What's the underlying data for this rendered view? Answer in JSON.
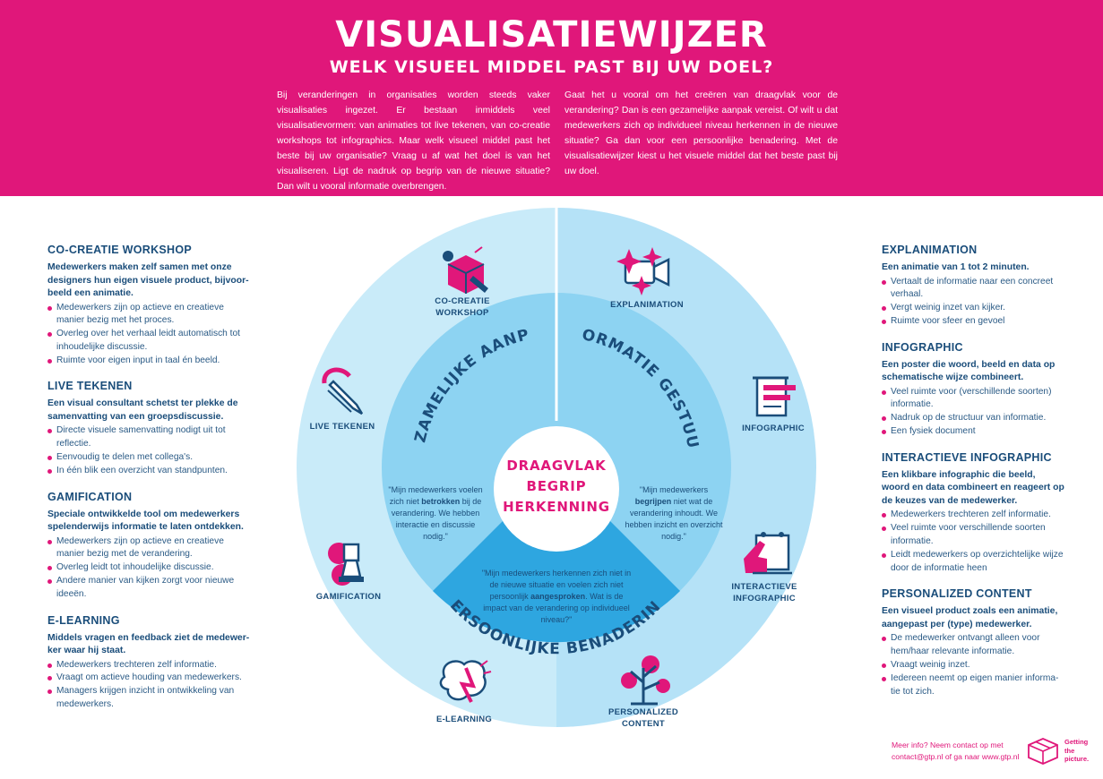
{
  "header": {
    "title": "VISUALISATIEWIJZER",
    "subtitle": "WELK VISUEEL MIDDEL PAST BIJ UW DOEL?",
    "intro_left": "Bij veranderingen in organisaties worden steeds vaker visualisaties ingezet. Er bestaan inmiddels veel visualisatievormen: van animaties tot live tekenen, van co-creatie workshops tot infographics. Maar welk visueel middel past het beste bij uw organisatie? Vraag u af wat het doel is van het visualiseren. Ligt de nadruk op begrip van de nieuwe situatie? Dan wilt u vooral informatie overbrengen.",
    "intro_right": "Gaat het u vooral om het creëren van draagvlak voor de verandering? Dan is een gezamelijke aanpak vereist. Of wilt u dat medewerkers zich op individueel niveau herkennen in de nieuwe situatie? Ga dan voor een persoonlijke benadering. Met de visualisatiewijzer kiest u het visuele middel dat het beste past bij uw doel."
  },
  "left_sections": [
    {
      "title": "CO-CREATIE WORKSHOP",
      "desc": "Medewerkers maken zelf samen met onze designers hun eigen visuele product, bijvoor-beeld een animatie.",
      "items": [
        "Medewerkers zijn op actieve en creatieve manier bezig met het proces.",
        "Overleg over het verhaal leidt automatisch tot inhoudelijke discussie.",
        "Ruimte voor eigen input in taal én beeld."
      ]
    },
    {
      "title": "LIVE TEKENEN",
      "desc": "Een visual consultant schetst ter plekke de samenvatting van een groepsdiscussie.",
      "items": [
        "Directe visuele samenvatting nodigt uit tot reflectie.",
        "Eenvoudig te delen met collega's.",
        "In één blik een overzicht van standpunten."
      ]
    },
    {
      "title": "GAMIFICATION",
      "desc": "Speciale ontwikkelde tool om medewerkers spelenderwijs informatie te laten ontdekken.",
      "items": [
        "Medewerkers zijn op actieve en creatieve manier bezig met de verandering.",
        "Overleg leidt tot inhoudelijke discussie.",
        "Andere manier van kijken zorgt voor nieuwe ideeën."
      ]
    },
    {
      "title": "E-LEARNING",
      "desc": "Middels vragen en feedback ziet de medewer-ker waar hij staat.",
      "items": [
        "Medewerkers trechteren zelf informatie.",
        "Vraagt om actieve houding van medewerkers.",
        "Managers krijgen inzicht in ontwikkeling van medewerkers."
      ]
    }
  ],
  "right_sections": [
    {
      "title": "EXPLANIMATION",
      "desc": "Een animatie van 1 tot 2 minuten.",
      "items": [
        "Vertaalt de informatie naar een concreet verhaal.",
        "Vergt weinig inzet van kijker.",
        "Ruimte voor sfeer en gevoel"
      ]
    },
    {
      "title": "INFOGRAPHIC",
      "desc": "Een poster die woord, beeld en data op schematische wijze combineert.",
      "items": [
        "Veel ruimte voor (verschillende soorten) informatie.",
        "Nadruk op de structuur van informatie.",
        "Een fysiek document"
      ]
    },
    {
      "title": "INTERACTIEVE INFOGRAPHIC",
      "desc": "Een klikbare infographic die beeld, woord en data combineert en reageert op de keuzes van de medewerker.",
      "items": [
        "Medewerkers trechteren zelf informatie.",
        "Veel ruimte voor verschillende soorten informatie.",
        "Leidt medewerkers op overzichtelijke wijze door de informatie heen"
      ]
    },
    {
      "title": "PERSONALIZED CONTENT",
      "desc": "Een visueel product zoals een animatie, aangepast per (type) medewerker.",
      "items": [
        "De medewerker ontvangt alleen voor hem/haar relevante informatie.",
        "Vraagt weinig inzet.",
        "Iedereen neemt op eigen manier informa-tie tot zich."
      ]
    }
  ],
  "diagram": {
    "segments": {
      "left": "GEZAMELIJKE AANPAK",
      "right": "INFORMATIE GESTUURD",
      "bottom": "PERSOONLIJKE BENADERING"
    },
    "center": [
      "DRAAGVLAK",
      "BEGRIP",
      "HERKENNING"
    ],
    "nodes": {
      "cocreatie": "CO-CREATIE\nWORKSHOP",
      "explanimation": "EXPLANIMATION",
      "live_tekenen": "LIVE TEKENEN",
      "infographic": "INFOGRAPHIC",
      "gamification": "GAMIFICATION",
      "interactieve": "INTERACTIEVE\nINFOGRAPHIC",
      "elearning": "E-LEARNING",
      "personalized": "PERSONALIZED\nCONTENT"
    },
    "quotes": {
      "left": {
        "pre": "\"Mijn medewerkers voelen zich niet ",
        "bold": "betrokken",
        "post": " bij de verandering. We hebben interactie en discussie nodig.\""
      },
      "right": {
        "pre": "\"Mijn medewerkers ",
        "bold": "begrijpen",
        "post": " niet wat de verandering inhoudt. We hebben inzicht en overzicht nodig.\""
      },
      "bottom": {
        "pre": "\"Mijn medewerkers herkennen zich niet in de nieuwe situatie en voelen zich niet persoonlijk ",
        "bold": "aangesproken",
        "post": ". Wat is de impact van de verandering op individueel niveau?\""
      }
    }
  },
  "footer": {
    "contact_line1": "Meer info? Neem contact op met",
    "contact_line2": "contact@gtp.nl of ga naar www.gtp.nl",
    "brand": [
      "Getting",
      "the",
      "picture."
    ]
  },
  "colors": {
    "magenta": "#e0177a",
    "navy": "#1a4d7a",
    "outer_ring": "#bfe6f8",
    "inner_disc": "#7fcdf0",
    "bottom_segment": "#2ea6e0"
  }
}
